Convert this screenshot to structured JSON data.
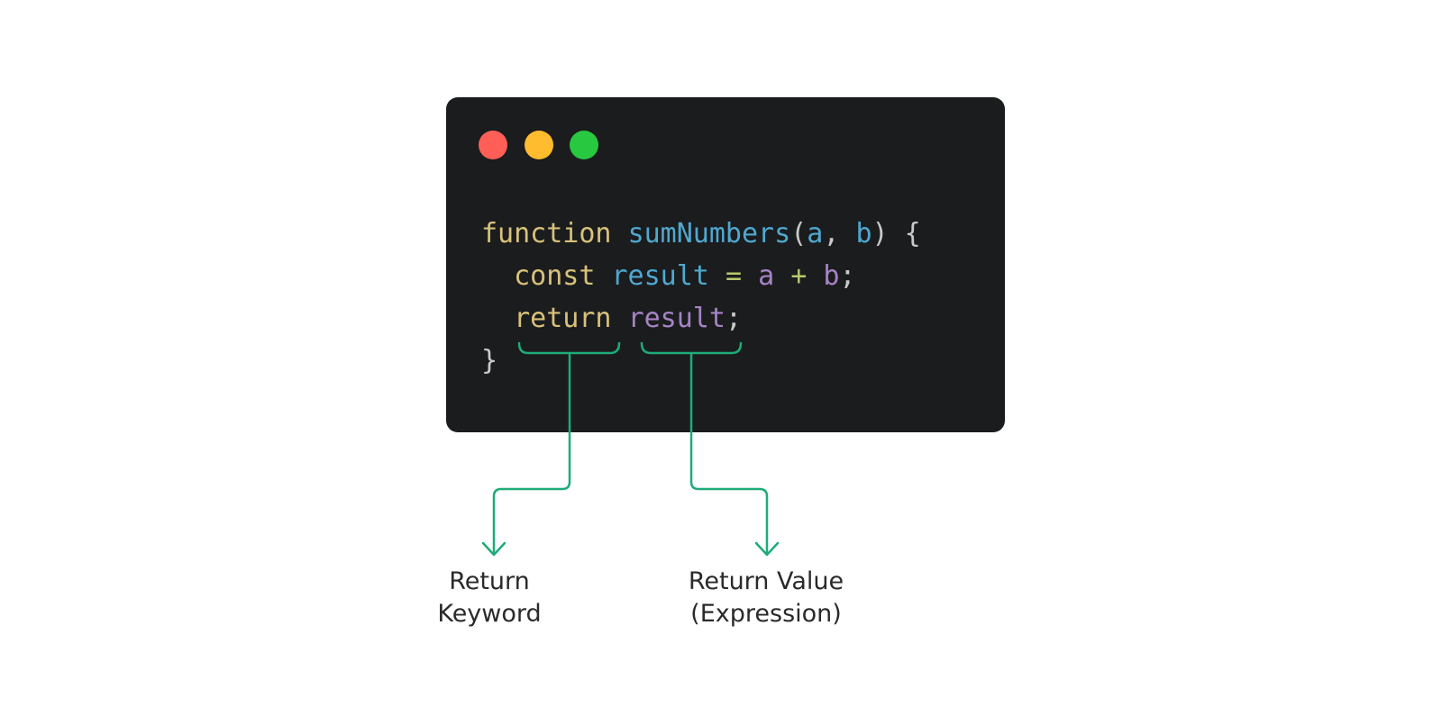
{
  "colors": {
    "window_bg": "#1b1c1e",
    "dot_red": "#ff5f57",
    "dot_yellow": "#febc2e",
    "dot_green": "#28c840",
    "keyword": "#d8c27a",
    "function_name": "#4fa8cf",
    "param": "#a584c4",
    "operator": "#b8c96b",
    "punct": "#c9c9c9",
    "annotation": "#1dac78"
  },
  "code": {
    "lines": [
      [
        {
          "text": "function",
          "role": "keyword"
        },
        {
          "text": " ",
          "role": "punct"
        },
        {
          "text": "sumNumbers",
          "role": "function_name"
        },
        {
          "text": "(",
          "role": "punct"
        },
        {
          "text": "a",
          "role": "function_name"
        },
        {
          "text": ", ",
          "role": "punct"
        },
        {
          "text": "b",
          "role": "function_name"
        },
        {
          "text": ") {",
          "role": "punct"
        }
      ],
      [
        {
          "text": "  ",
          "role": "punct"
        },
        {
          "text": "const",
          "role": "keyword"
        },
        {
          "text": " ",
          "role": "punct"
        },
        {
          "text": "result",
          "role": "function_name"
        },
        {
          "text": " ",
          "role": "punct"
        },
        {
          "text": "=",
          "role": "operator"
        },
        {
          "text": " ",
          "role": "punct"
        },
        {
          "text": "a",
          "role": "param"
        },
        {
          "text": " ",
          "role": "punct"
        },
        {
          "text": "+",
          "role": "operator"
        },
        {
          "text": " ",
          "role": "punct"
        },
        {
          "text": "b",
          "role": "param"
        },
        {
          "text": ";",
          "role": "punct"
        }
      ],
      [
        {
          "text": "  ",
          "role": "punct"
        },
        {
          "text": "return",
          "role": "keyword"
        },
        {
          "text": " ",
          "role": "punct"
        },
        {
          "text": "result",
          "role": "param"
        },
        {
          "text": ";",
          "role": "punct"
        }
      ],
      [
        {
          "text": "}",
          "role": "punct"
        }
      ]
    ]
  },
  "annotations": {
    "return_keyword_label": [
      "Return",
      "Keyword"
    ],
    "return_value_label": [
      "Return Value",
      "(Expression)"
    ]
  }
}
